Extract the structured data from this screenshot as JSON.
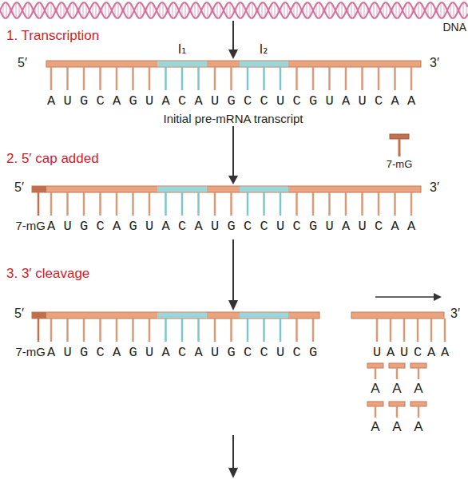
{
  "diagram": {
    "labels": [
      "DNA",
      "1. Transcription",
      "I₁",
      "I₂",
      "5′",
      "3′",
      "AUGCAGUACAUGCCUCGUAUCAA",
      "Initial pre-mRNA transcript",
      "2. 5′ cap added",
      "7-mG",
      "5′",
      "3′",
      "7-mG",
      "AUGCAGUACAUGCCUCGUAUCAA",
      "3. 3′ cleavage",
      "5′",
      "3′",
      "7-mG",
      "AUGCAGUACAUGCCUCG",
      "UAUCAA",
      "A",
      "A",
      "A",
      "A",
      "A",
      "A"
    ]
  }
}
